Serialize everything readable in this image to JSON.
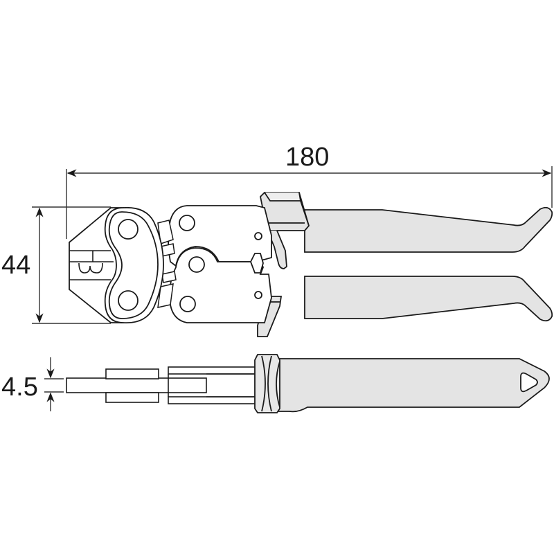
{
  "drawing": {
    "subject": "crimping pliers dimension drawing",
    "views": [
      "side view",
      "top view"
    ],
    "dimensions": {
      "overall_length": "180",
      "jaw_height": "44",
      "thickness": "4.5"
    },
    "colors": {
      "line": "#1a1a1a",
      "handle_fill": "#e4e4e4",
      "body_fill": "#ffffff",
      "dimension_line": "#333333"
    }
  }
}
